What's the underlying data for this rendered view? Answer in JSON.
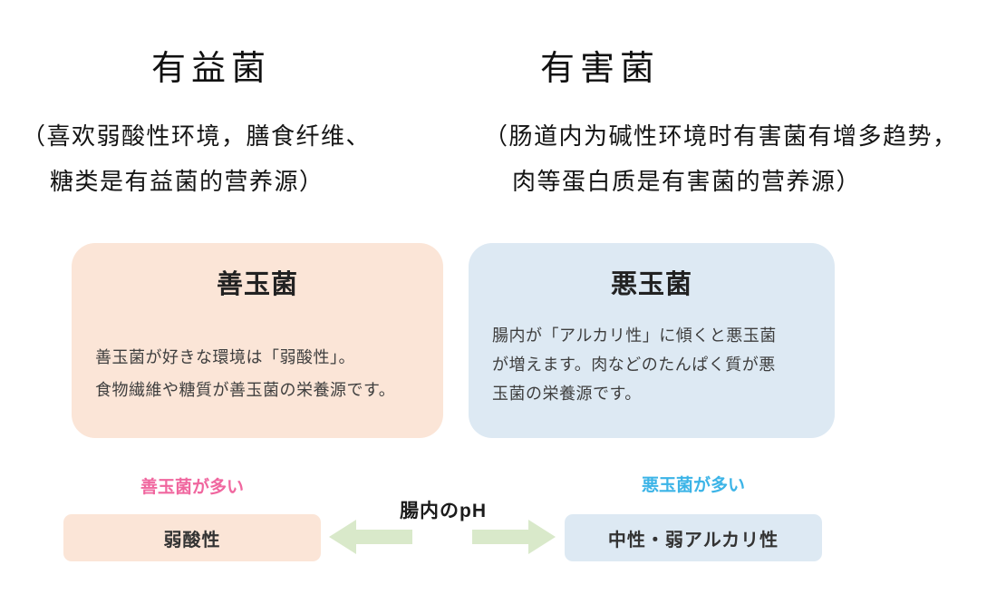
{
  "figure": {
    "columns": {
      "beneficial": {
        "title": "有益菌",
        "note_line1": "（喜欢弱酸性环境，膳食纤维、",
        "note_line2": "糖类是有益菌的营养源）"
      },
      "harmful": {
        "title": "有害菌",
        "note_line1": "（肠道内为碱性环境时有害菌有增多趋势，",
        "note_line2": "肉等蛋白质是有害菌的营养源）"
      }
    },
    "cards": {
      "good": {
        "title": "善玉菌",
        "body_lines": [
          "善玉菌が好きな環境は「弱酸性」。",
          "食物繊維や糖質が善玉菌の栄養源です。"
        ],
        "bg_color": "#fbe5d7"
      },
      "bad": {
        "title": "悪玉菌",
        "body_lines": [
          "腸内が「アルカリ性」に傾くと悪玉菌",
          "が増えます。肉などのたんぱく質が悪",
          "玉菌の栄養源です。"
        ],
        "bg_color": "#dde9f3"
      }
    },
    "ph_scale": {
      "center_label": "腸内のpH",
      "arrow_color": "#d9e9ca",
      "left": {
        "tag": "善玉菌が多い",
        "tag_color": "#f0679f",
        "bar_label": "弱酸性",
        "bar_color": "#fbe5d7"
      },
      "right": {
        "tag": "悪玉菌が多い",
        "tag_color": "#3cb4e7",
        "bar_label": "中性・弱アルカリ性",
        "bar_color": "#dde9f3"
      }
    }
  }
}
